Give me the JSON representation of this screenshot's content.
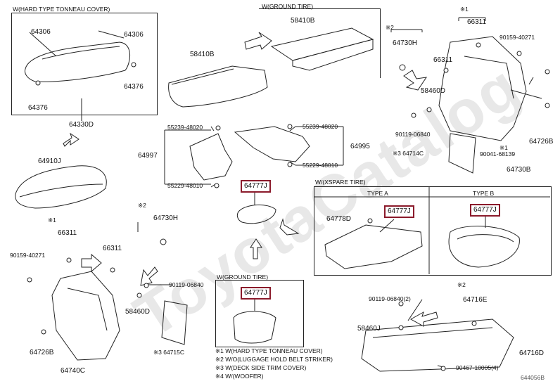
{
  "watermark": "ToyotaCatalog",
  "highlight_color": "#8b1a2b",
  "groups": {
    "hard_tonneau": "W(HARD TYPE TONNEAU COVER)",
    "ground_tire_top": "W(GROUND TIRE)",
    "spare_tire": "W/(XSPARE TIRE)",
    "type_a": "TYPE A",
    "type_b": "TYPE B",
    "ground_tire_bottom": "W(GROUND TIRE)"
  },
  "parts": {
    "p64306a": "64306",
    "p64306b": "64306",
    "p64376a": "64376",
    "p64376b": "64376",
    "p64330d": "64330D",
    "p64910j": "64910J",
    "p58410b_top": "58410B",
    "p58410b_left": "58410B",
    "p55239_l": "55239-48020",
    "p55229_l": "55229-48010",
    "p64997": "64997",
    "p55239_r": "55239-48020",
    "p55229_r": "55229-48010",
    "p64995": "64995",
    "p64777j_mid": "64777J",
    "p64777j_a": "64777J",
    "p64777j_b": "64777J",
    "p64777j_bottom": "64777J",
    "p64778d": "64778D",
    "note2_top": "※2",
    "p64730h_top": "64730H",
    "note1_top": "※1",
    "p66311_top": "66311",
    "p90159_top": "90159-40271",
    "p66311_top2": "66311",
    "p58460d_top": "58460D",
    "p90119_top": "90119-06840",
    "p64714c": "※3 64714C",
    "p64726b_top": "64726B",
    "p90041": "※1\n90041-68139",
    "p64730b": "64730B",
    "note1_mid": "※1",
    "p66311_mid": "66311",
    "p90159_mid": "90159-40271",
    "p66311_mid2": "66311",
    "note2_mid": "※2",
    "p64730h_mid": "64730H",
    "p90119_mid": "90119-06840",
    "p58460d_mid": "58460D",
    "p64726b_mid": "64726B",
    "p64740c": "64740C",
    "p64715c": "※3 64715C",
    "p90119_br": "90119-06840(2)",
    "p58460j": "58460J",
    "note2_br": "※2",
    "p64716e": "64716E",
    "p64716d": "64716D",
    "p90467": "90467-10005(4)",
    "diagram_id": "644056B"
  },
  "footnotes": [
    "※1 W(HARD TYPE TONNEAU COVER)",
    "※2 W/O(LUGGAGE HOLD BELT STRIKER)",
    "※3 W(DECK SIDE TRIM COVER)",
    "※4 W/(WOOFER)"
  ]
}
